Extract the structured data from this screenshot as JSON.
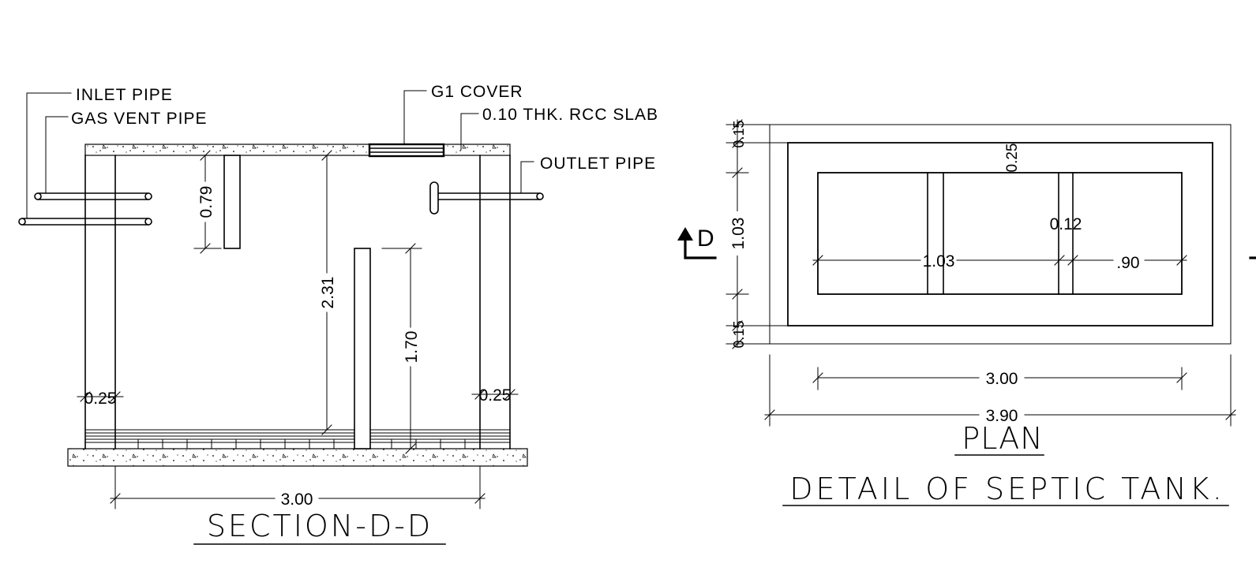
{
  "section": {
    "title": "SECTION-D-D",
    "labels": {
      "inlet_pipe": "INLET PIPE",
      "gas_vent_pipe": "GAS VENT PIPE",
      "g1_cover": "G1 COVER",
      "rcc_slab": "0.10 THK. RCC SLAB",
      "outlet_pipe": "OUTLET PIPE"
    },
    "dims": {
      "baffle_height": "0.79",
      "depth": "2.31",
      "wall2_height": "1.70",
      "wall_left": "0.25",
      "wall_right": "0.25",
      "width": "3.00"
    }
  },
  "plan": {
    "title": "PLAN",
    "section_mark": "D",
    "dims": {
      "top_wall": "0.15",
      "inner_top": "0.25",
      "height": "1.03",
      "bottom_wall": "0.15",
      "chamber1": "1.03",
      "partition": "0.12",
      "chamber3": ".90",
      "inner_width": "3.00",
      "outer_width": "3.90"
    }
  },
  "drawing_title": "DETAIL OF SEPTIC TANK."
}
